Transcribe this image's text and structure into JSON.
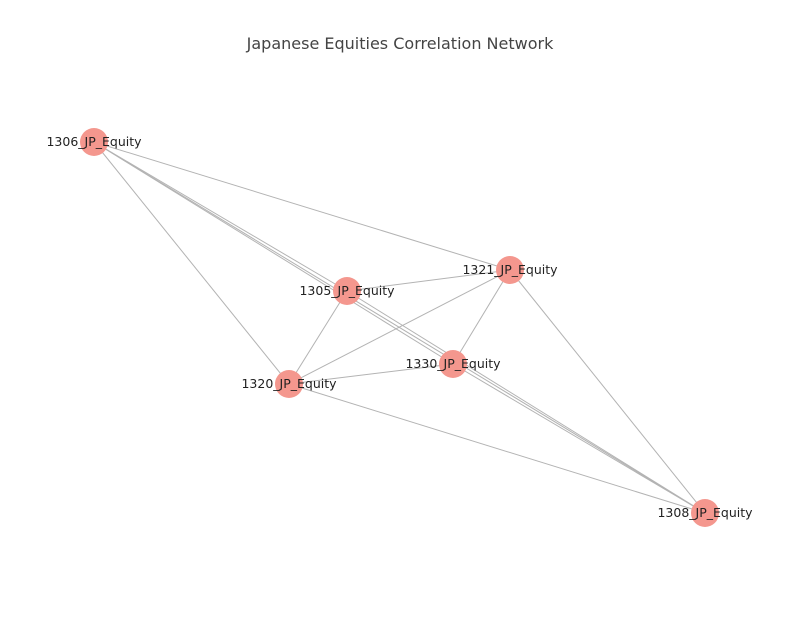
{
  "title": "Japanese Equities Correlation Network",
  "colors": {
    "node": "#f4978e",
    "edge": "#b3b3b3",
    "label": "#222222",
    "title": "#444444"
  },
  "nodes": [
    {
      "id": "1306_JP_Equity",
      "label": "1306_JP_Equity"
    },
    {
      "id": "1305_JP_Equity",
      "label": "1305_JP_Equity"
    },
    {
      "id": "1321_JP_Equity",
      "label": "1321_JP_Equity"
    },
    {
      "id": "1330_JP_Equity",
      "label": "1330_JP_Equity"
    },
    {
      "id": "1320_JP_Equity",
      "label": "1320_JP_Equity"
    },
    {
      "id": "1308_JP_Equity",
      "label": "1308_JP_Equity"
    }
  ],
  "edges": [
    {
      "source": "1306_JP_Equity",
      "target": "1321_JP_Equity"
    },
    {
      "source": "1306_JP_Equity",
      "target": "1305_JP_Equity"
    },
    {
      "source": "1306_JP_Equity",
      "target": "1330_JP_Equity"
    },
    {
      "source": "1306_JP_Equity",
      "target": "1308_JP_Equity"
    },
    {
      "source": "1306_JP_Equity",
      "target": "1320_JP_Equity"
    },
    {
      "source": "1305_JP_Equity",
      "target": "1321_JP_Equity"
    },
    {
      "source": "1305_JP_Equity",
      "target": "1320_JP_Equity"
    },
    {
      "source": "1305_JP_Equity",
      "target": "1308_JP_Equity"
    },
    {
      "source": "1321_JP_Equity",
      "target": "1320_JP_Equity"
    },
    {
      "source": "1321_JP_Equity",
      "target": "1330_JP_Equity"
    },
    {
      "source": "1321_JP_Equity",
      "target": "1308_JP_Equity"
    },
    {
      "source": "1320_JP_Equity",
      "target": "1330_JP_Equity"
    },
    {
      "source": "1320_JP_Equity",
      "target": "1308_JP_Equity"
    },
    {
      "source": "1330_JP_Equity",
      "target": "1308_JP_Equity"
    }
  ]
}
